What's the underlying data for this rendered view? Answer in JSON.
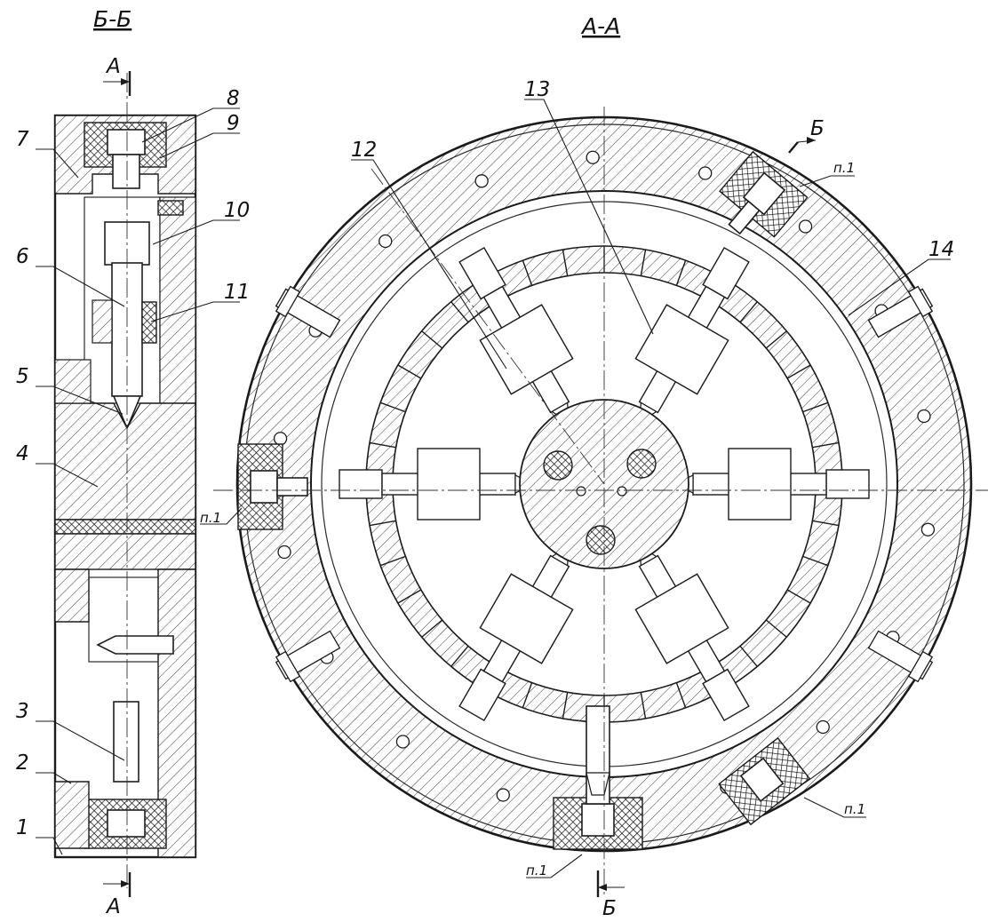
{
  "titles": {
    "left_section": "Б-Б",
    "right_section": "А-А"
  },
  "cut_markers": {
    "left_top": "А",
    "left_bottom": "А",
    "right_top": "Б",
    "right_bottom": "Б"
  },
  "callouts": {
    "n1": "1",
    "n2": "2",
    "n3": "3",
    "n4": "4",
    "n5": "5",
    "n6": "6",
    "n7": "7",
    "n8": "8",
    "n9": "9",
    "n10": "10",
    "n11": "11",
    "n12": "12",
    "n13": "13",
    "n14": "14"
  },
  "detail_notes": {
    "p1_top_right": "п.1",
    "p1_left": "п.1",
    "p1_bottom": "п.1",
    "p1_bottom_right": "п.1"
  },
  "colors": {
    "ink": "#1b1b1b",
    "paper": "#ffffff"
  }
}
